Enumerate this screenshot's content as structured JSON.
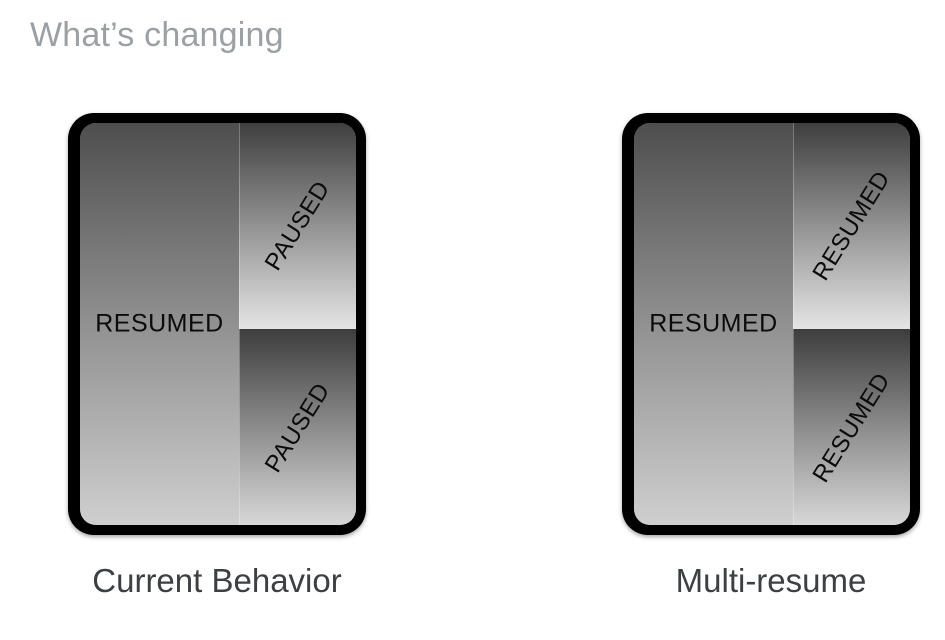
{
  "slide": {
    "title": "What’s changing",
    "title_color": "#9aa0a4",
    "background_color": "#ffffff"
  },
  "figures": [
    {
      "id": "current-behavior",
      "caption": "Current Behavior",
      "caption_color": "#3c4043",
      "device": {
        "frame_color": "#000000",
        "panes": [
          {
            "position": "main",
            "label": "RESUMED",
            "rotated": false
          },
          {
            "position": "top-right",
            "label": "PAUSED",
            "rotated": true
          },
          {
            "position": "bottom-right",
            "label": "PAUSED",
            "rotated": true
          }
        ]
      }
    },
    {
      "id": "multi-resume",
      "caption": "Multi-resume",
      "caption_color": "#3c4043",
      "device": {
        "frame_color": "#000000",
        "panes": [
          {
            "position": "main",
            "label": "RESUMED",
            "rotated": false
          },
          {
            "position": "top-right",
            "label": "RESUMED",
            "rotated": true
          },
          {
            "position": "bottom-right",
            "label": "RESUMED",
            "rotated": true
          }
        ]
      }
    }
  ]
}
